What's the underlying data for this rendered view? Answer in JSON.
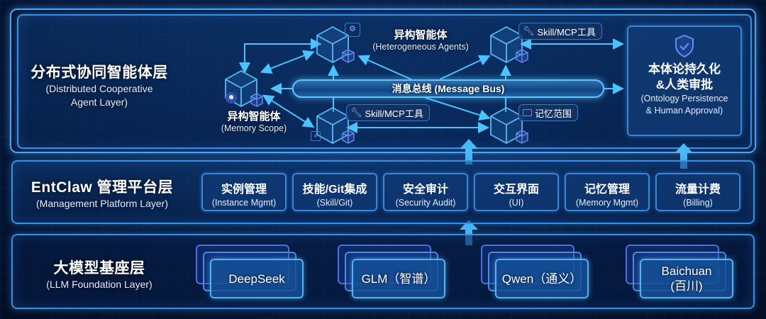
{
  "colors": {
    "background": "#061a3d",
    "layer_border": "#3c8fe0",
    "accent_cyan": "#5cc4ff",
    "card_border": "#4b78e8"
  },
  "agent_layer": {
    "title_zh": "分布式协同智能体层",
    "title_en_line1": "(Distributed Cooperative",
    "title_en_line2": "Agent Layer)",
    "agents": [
      {
        "label_zh": "异构智能体",
        "label_en": "(Memory Scope)",
        "icon": "robot-icon"
      },
      {
        "label_zh": "异构智能体",
        "label_en": "(Heterogeneous Agents)",
        "icon": "robot-icon"
      },
      {
        "tag": "Skill/MCP工具",
        "icon": "wrench-icon"
      },
      {
        "tag": "Skill/MCP工具",
        "icon": "wrench-icon"
      },
      {
        "tag": "记忆范围",
        "icon": "folder-icon"
      }
    ],
    "bus_label": "消息总线 (Message Bus)",
    "persistence": {
      "icon": "shield-check-icon",
      "title_zh_line1": "本体论持久化",
      "title_zh_line2": "&人类审批",
      "title_en_line1": "(Ontology Persistence",
      "title_en_line2": "& Human Approval)"
    }
  },
  "platform_layer": {
    "title_zh": "EntClaw 管理平台层",
    "title_en": "(Management Platform Layer)",
    "modules": [
      {
        "zh": "实例管理",
        "en": "(Instance Mgmt)"
      },
      {
        "zh": "技能/Git集成",
        "en": "(Skill/Git)"
      },
      {
        "zh": "安全审计",
        "en": "(Security Audit)"
      },
      {
        "zh": "交互界面",
        "en": "(UI)"
      },
      {
        "zh": "记忆管理",
        "en": "(Memory Mgmt)"
      },
      {
        "zh": "流量计费",
        "en": "(Billing)"
      }
    ]
  },
  "llm_layer": {
    "title_zh": "大模型基座层",
    "title_en": "(LLM Foundation Layer)",
    "models": [
      {
        "line1": "DeepSeek",
        "line2": ""
      },
      {
        "line1": "GLM（智谱）",
        "line2": ""
      },
      {
        "line1": "Qwen（通义）",
        "line2": ""
      },
      {
        "line1": "Baichuan",
        "line2": "(百川)"
      }
    ]
  }
}
